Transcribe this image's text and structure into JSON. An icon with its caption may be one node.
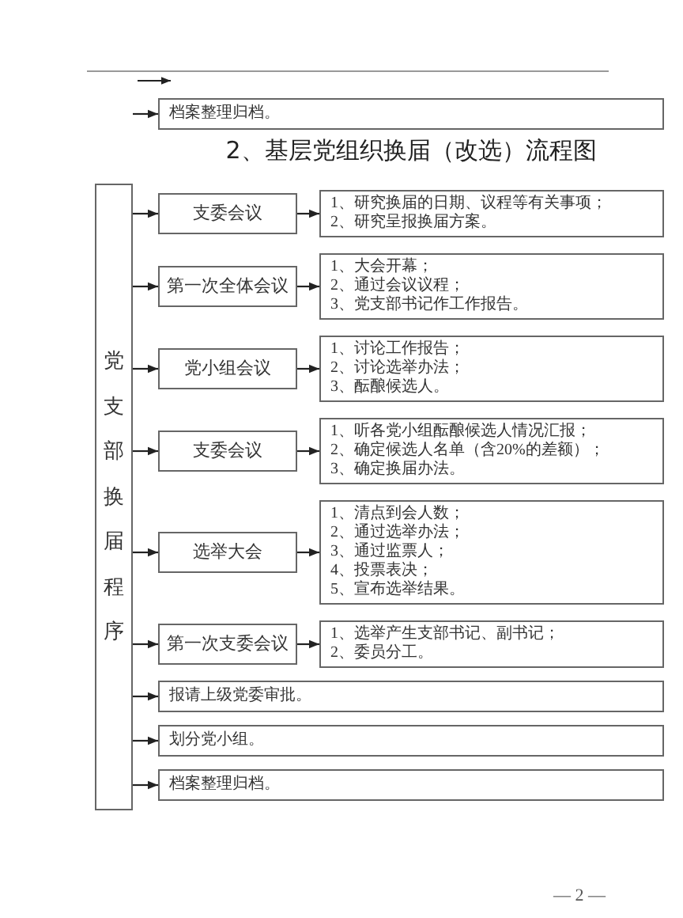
{
  "diagram": {
    "title": "2、基层党组织换届（改选）流程图",
    "nodes": [
      {
        "text": [
          "档案整理归档。"
        ]
      },
      {
        "text": [
          "党支部换届程序"
        ]
      },
      {
        "text": [
          "支委会议"
        ]
      },
      {
        "text": [
          "1、研究换届的日期、议程等有关事项；",
          "2、研究呈报换届方案。"
        ]
      },
      {
        "text": [
          "第一次全体会议"
        ]
      },
      {
        "text": [
          "1、大会开幕；",
          "2、通过会议议程；",
          "3、党支部书记作工作报告。"
        ]
      },
      {
        "text": [
          "党小组会议"
        ]
      },
      {
        "text": [
          "1、讨论工作报告；",
          "2、讨论选举办法；",
          "3、酝酿候选人。"
        ]
      },
      {
        "text": [
          "支委会议"
        ]
      },
      {
        "text": [
          "1、听各党小组酝酿候选人情况汇报；",
          "2、确定候选人名单（含20%的差额）；",
          "3、确定换届办法。"
        ]
      },
      {
        "text": [
          "选举大会"
        ]
      },
      {
        "text": [
          "1、清点到会人数；",
          "2、通过选举办法；",
          "3、通过监票人；",
          "4、投票表决；",
          "5、宣布选举结果。"
        ]
      },
      {
        "text": [
          "第一次支委会议"
        ]
      },
      {
        "text": [
          "1、选举产生支部书记、副书记；",
          "2、委员分工。"
        ]
      },
      {
        "text": [
          "报请上级党委审批。"
        ]
      },
      {
        "text": [
          "划分党小组。"
        ]
      },
      {
        "text": [
          "档案整理归档。"
        ]
      }
    ],
    "edges": [
      {
        "from": null,
        "to": 0,
        "arrow": "to"
      },
      {
        "from": 1,
        "to": 2,
        "arrow": "to"
      },
      {
        "from": 2,
        "to": 3,
        "arrow": "to"
      },
      {
        "from": 1,
        "to": 4,
        "arrow": "to"
      },
      {
        "from": 4,
        "to": 5,
        "arrow": "to"
      },
      {
        "from": 1,
        "to": 6,
        "arrow": "to"
      },
      {
        "from": 6,
        "to": 7,
        "arrow": "to"
      },
      {
        "from": 1,
        "to": 8,
        "arrow": "to"
      },
      {
        "from": 8,
        "to": 9,
        "arrow": "to"
      },
      {
        "from": 1,
        "to": 10,
        "arrow": "to"
      },
      {
        "from": 10,
        "to": 11,
        "arrow": "to"
      },
      {
        "from": 1,
        "to": 12,
        "arrow": "to"
      },
      {
        "from": 12,
        "to": 13,
        "arrow": "to"
      },
      {
        "from": 1,
        "to": 14,
        "arrow": "to"
      },
      {
        "from": 1,
        "to": 15,
        "arrow": "to"
      },
      {
        "from": 1,
        "to": 16,
        "arrow": "to"
      }
    ],
    "labels": [
      "— 2 —"
    ]
  }
}
